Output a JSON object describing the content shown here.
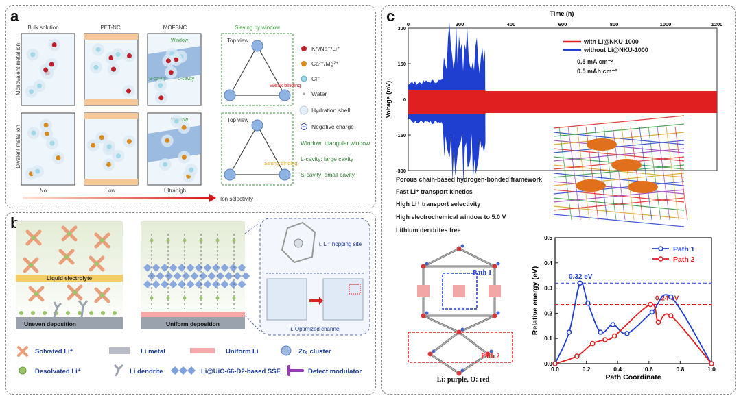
{
  "panel_a": {
    "label": "a",
    "columns": [
      "Bulk solution",
      "PET-NC",
      "MOFSNC",
      "Sieving by window"
    ],
    "row_labels": [
      "Monovalent metal ion",
      "Divalent metal ion"
    ],
    "window_label": "Window",
    "s_cavity": "S-cavity",
    "l_cavity": "L-cavity",
    "top_view": "Top view",
    "weak_binding": "Weak binding",
    "strong_binding": "Strong binding",
    "legend": [
      "K⁺/Na⁺/Li⁺",
      "Ca²⁺/Mg²⁺",
      "Cl⁻",
      "Water",
      "Hydration shell",
      "Negative charge",
      "Window: triangular window",
      "L-cavity: large cavity",
      "S-cavity: small cavity"
    ],
    "selectivity_levels": [
      "No",
      "Low",
      "Ultrahigh"
    ],
    "arrow_label": "Ion selectivity"
  },
  "panel_b": {
    "label": "b",
    "liquid_electrolyte": "Liquid electrolyte",
    "uneven": "Uneven deposition",
    "uniform": "Uniform deposition",
    "hop": "i. Li⁺ hopping site",
    "channel": "ii. Optimized channel",
    "legend": [
      "Solvated Li⁺",
      "Li metal",
      "Uniform Li",
      "Zr₆ cluster",
      "Desolvated Li⁺",
      "Li dendrite",
      "Li@UiO-66-D2-based SSE",
      "Defect modulator"
    ]
  },
  "panel_c": {
    "label": "c",
    "voltage_chart": {
      "xlabel": "Time (h)",
      "ylabel": "Voltage (mV)",
      "xticks": [
        "0",
        "200",
        "400",
        "600",
        "800",
        "1000",
        "1200"
      ],
      "yticks": [
        "300",
        "150",
        "0",
        "-150",
        "-300"
      ],
      "legend": [
        "with Li@NKU-1000",
        "without Li@NKU-1000"
      ],
      "conditions": [
        "0.5 mA cm⁻²",
        "0.5 mAh cm⁻²"
      ]
    },
    "features": [
      "Porous chain-based hydrogen-bonded framework",
      "Fast Li⁺ transport kinetics",
      "High Li⁺ transport selectivity",
      "High electrochemical window to 5.0 V",
      "Lithium dendrites free"
    ],
    "structure": {
      "path1": "Path 1",
      "path2": "Path 2",
      "caption": "Li: purple, O: red"
    },
    "colors": {
      "path1": "#1f3fd0",
      "path2": "#e02020",
      "with": "#e02020",
      "without": "#1f3fd0"
    }
  },
  "chart_data": {
    "type": "line",
    "title": "",
    "xlabel": "Path Coordinate",
    "ylabel": "Relative energy (eV)",
    "xlim": [
      0.0,
      1.0
    ],
    "ylim": [
      0.0,
      0.5
    ],
    "xticks": [
      "0.0",
      "0.2",
      "0.4",
      "0.6",
      "0.8",
      "1.0"
    ],
    "yticks": [
      "0.0",
      "0.1",
      "0.2",
      "0.3",
      "0.4",
      "0.5"
    ],
    "legend_position": "top-right",
    "series": [
      {
        "name": "Path 1",
        "color": "#1f3fd0",
        "x": [
          0.0,
          0.09,
          0.16,
          0.21,
          0.29,
          0.37,
          0.46,
          0.62,
          0.74,
          1.0
        ],
        "y": [
          0.0,
          0.125,
          0.32,
          0.24,
          0.125,
          0.155,
          0.12,
          0.205,
          0.265,
          0.0
        ]
      },
      {
        "name": "Path 2",
        "color": "#e02020",
        "x": [
          0.0,
          0.14,
          0.24,
          0.32,
          0.38,
          0.61,
          0.66,
          0.74,
          1.0
        ],
        "y": [
          0.0,
          0.03,
          0.08,
          0.095,
          0.11,
          0.235,
          0.165,
          0.19,
          0.0
        ]
      }
    ],
    "annotations": [
      {
        "text": "0.32 eV",
        "series": "Path 1",
        "y": 0.32
      },
      {
        "text": "0.24 eV",
        "series": "Path 2",
        "y": 0.235
      }
    ]
  }
}
